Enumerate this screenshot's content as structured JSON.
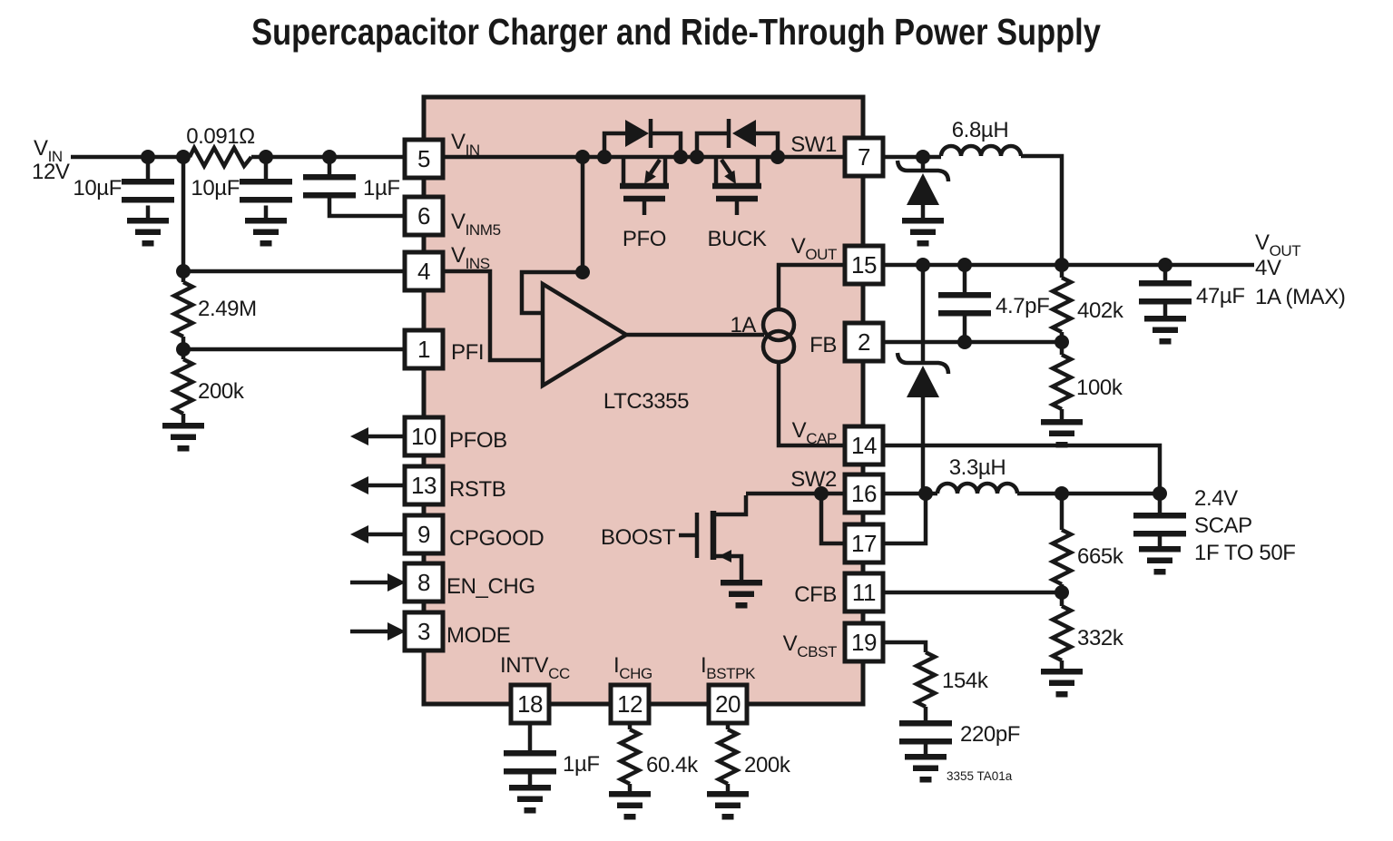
{
  "title": "Supercapacitor Charger and Ride-Through Power Supply",
  "footer": "3355 TA01a",
  "colors": {
    "ic_fill": "#e8c5bd",
    "line": "#181818"
  },
  "ic": {
    "part": "LTC3355"
  },
  "internal": {
    "pfo": "PFO",
    "buck": "BUCK",
    "boost": "BOOST",
    "isrc": "1A"
  },
  "input": {
    "v_main": "V",
    "v_sub": "IN",
    "value": "12V"
  },
  "output": {
    "v_main": "V",
    "v_sub": "OUT",
    "value": "4V",
    "max": "1A (MAX)"
  },
  "scap": {
    "line1": "2.4V",
    "line2": "SCAP",
    "line3": "1F TO 50F"
  },
  "values": {
    "rsense": "0.091Ω",
    "cin1": "10µF",
    "cin2": "10µF",
    "cin3": "1µF",
    "rdiv_top": "2.49M",
    "rdiv_bot": "200k",
    "l_buck": "6.8µH",
    "c_ff": "4.7pF",
    "r_fb_top": "402k",
    "r_fb_bot": "100k",
    "c_out": "47µF",
    "l_boost": "3.3µH",
    "r_cfb_top": "665k",
    "r_cfb_bot": "332k",
    "r_bst": "154k",
    "c_bst": "220pF",
    "c_intvcc": "1µF",
    "r_ichg": "60.4k",
    "r_ibstpk": "200k"
  },
  "pins": {
    "p5": {
      "num": "5",
      "main": "V",
      "sub": "IN"
    },
    "p6": {
      "num": "6",
      "main": "V",
      "sub": "INM5"
    },
    "p4": {
      "num": "4",
      "main": "V",
      "sub": "INS"
    },
    "p1": {
      "num": "1",
      "main": "PFI",
      "sub": ""
    },
    "p10": {
      "num": "10",
      "main": "PFOB",
      "sub": ""
    },
    "p13": {
      "num": "13",
      "main": "RSTB",
      "sub": ""
    },
    "p9": {
      "num": "9",
      "main": "CPGOOD",
      "sub": ""
    },
    "p8": {
      "num": "8",
      "main": "EN_CHG",
      "sub": ""
    },
    "p3": {
      "num": "3",
      "main": "MODE",
      "sub": ""
    },
    "p18": {
      "num": "18",
      "main": "INTV",
      "sub": "CC"
    },
    "p12": {
      "num": "12",
      "main": "I",
      "sub": "CHG"
    },
    "p20": {
      "num": "20",
      "main": "I",
      "sub": "BSTPK"
    },
    "p7": {
      "num": "7",
      "main": "SW1",
      "sub": ""
    },
    "p15": {
      "num": "15",
      "main": "V",
      "sub": "OUT"
    },
    "p2": {
      "num": "2",
      "main": "FB",
      "sub": ""
    },
    "p14": {
      "num": "14",
      "main": "V",
      "sub": "CAP"
    },
    "p16": {
      "num": "16",
      "main": "SW2",
      "sub": ""
    },
    "p17": {
      "num": "17",
      "main": "",
      "sub": ""
    },
    "p11": {
      "num": "11",
      "main": "CFB",
      "sub": ""
    },
    "p19": {
      "num": "19",
      "main": "V",
      "sub": "CBST"
    }
  }
}
